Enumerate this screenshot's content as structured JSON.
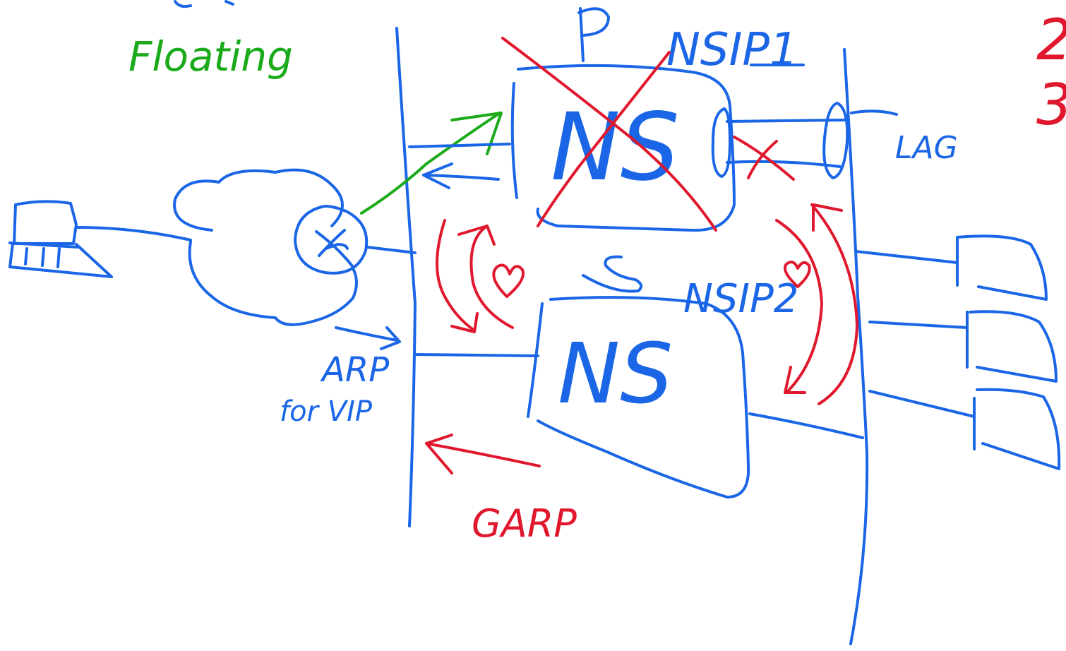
{
  "labels": {
    "floating": "Floating",
    "primary": "P",
    "nsip1": "NSIP1",
    "ns_top": "NS",
    "lag": "LAG",
    "secondary": "S",
    "nsip2": "NSIP2",
    "ns_bottom": "NS",
    "arp": "ARP",
    "for_vip": "for VIP",
    "garp": "GARP",
    "margin_num_1": "2",
    "margin_num_2": "3"
  },
  "colors": {
    "ink_blue": "#1a66e6",
    "ink_red": "#e0182d",
    "ink_green": "#1aaa1a"
  },
  "icons": {
    "client": "laptop-icon",
    "network": "cloud-icon",
    "router": "router-icon",
    "heartbeat": "heart-icon",
    "servers": "server-icon"
  }
}
